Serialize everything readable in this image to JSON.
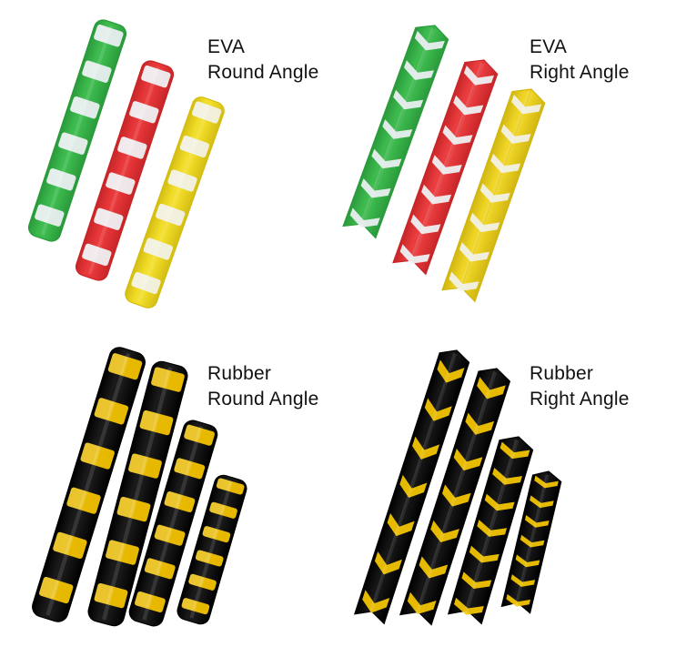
{
  "panels": [
    {
      "line1": "EVA",
      "line2": "Round Angle",
      "style": "round",
      "stripe_pattern": "bands",
      "guards": [
        {
          "color": "#3dbb4e",
          "edge": "#2a9a3b",
          "stripe": "#e9eef0"
        },
        {
          "color": "#e8383a",
          "edge": "#c72528",
          "stripe": "#eef0f2"
        },
        {
          "color": "#f2dd2a",
          "edge": "#d4bd12",
          "stripe": "#f1f1e6"
        }
      ]
    },
    {
      "line1": "EVA",
      "line2": "Right Angle",
      "style": "right",
      "stripe_pattern": "chevrons",
      "guards": [
        {
          "color": "#3dbb4e",
          "edge": "#2a9a3b",
          "stripe": "#e9eef0"
        },
        {
          "color": "#ea3d3f",
          "edge": "#c72528",
          "stripe": "#eef0f2"
        },
        {
          "color": "#f0d527",
          "edge": "#d0b610",
          "stripe": "#f1f1e6"
        }
      ]
    },
    {
      "line1": "Rubber",
      "line2": "Round Angle",
      "style": "round",
      "stripe_pattern": "bands",
      "guards": [
        {
          "color": "#1a1a1a",
          "edge": "#000000",
          "stripe": "#f2c200"
        },
        {
          "color": "#1a1a1a",
          "edge": "#000000",
          "stripe": "#f2c200"
        },
        {
          "color": "#1a1a1a",
          "edge": "#000000",
          "stripe": "#f2c200"
        },
        {
          "color": "#1a1a1a",
          "edge": "#000000",
          "stripe": "#f2c200"
        }
      ]
    },
    {
      "line1": "Rubber",
      "line2": "Right Angle",
      "style": "right",
      "stripe_pattern": "chevrons",
      "guards": [
        {
          "color": "#161616",
          "edge": "#000000",
          "stripe": "#f2c400"
        },
        {
          "color": "#161616",
          "edge": "#000000",
          "stripe": "#f2c400"
        },
        {
          "color": "#161616",
          "edge": "#000000",
          "stripe": "#f2c400"
        },
        {
          "color": "#161616",
          "edge": "#000000",
          "stripe": "#f2c400"
        }
      ]
    }
  ]
}
